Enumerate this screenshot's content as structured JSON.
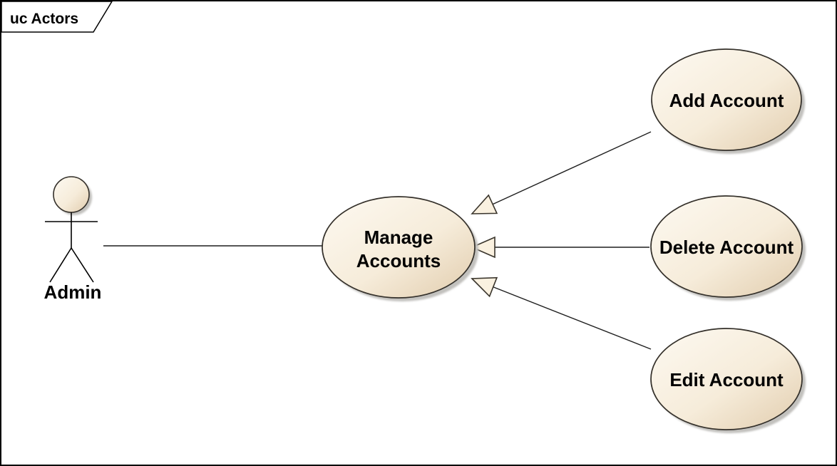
{
  "diagram": {
    "type": "uml-use-case-diagram",
    "frame_label": "uc Actors",
    "actor": {
      "name": "Admin"
    },
    "use_cases": [
      {
        "id": "manage-accounts",
        "label": "Manage Accounts",
        "lines": [
          "Manage",
          "Accounts"
        ]
      },
      {
        "id": "add-account",
        "label": "Add Account"
      },
      {
        "id": "delete-account",
        "label": "Delete Account"
      },
      {
        "id": "edit-account",
        "label": "Edit Account"
      }
    ],
    "relationships": [
      {
        "from": "Admin",
        "to": "Manage Accounts",
        "type": "association"
      },
      {
        "from": "Add Account",
        "to": "Manage Accounts",
        "type": "generalization"
      },
      {
        "from": "Delete Account",
        "to": "Manage Accounts",
        "type": "generalization"
      },
      {
        "from": "Edit Account",
        "to": "Manage Accounts",
        "type": "generalization"
      }
    ],
    "colors": {
      "background": "#ffffff",
      "node_fill_light": "#fdf8ee",
      "node_fill_dark": "#e1ccad",
      "node_outline": "#34302a",
      "shadow": "#c2c1be",
      "connector": "#1f1f1f",
      "arrowhead_fill": "#faf1e0",
      "text": "#000000",
      "frame_border": "#000000"
    }
  }
}
